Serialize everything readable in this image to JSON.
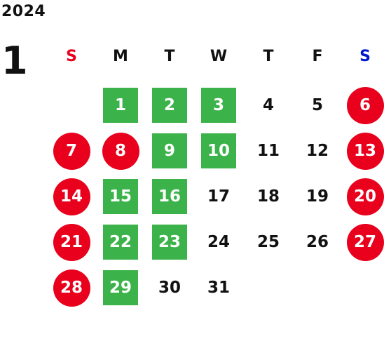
{
  "year": "2024",
  "month": "1",
  "weekday_headers": [
    "S",
    "M",
    "T",
    "W",
    "T",
    "F",
    "S"
  ],
  "colors": {
    "sunday_header": "#e8001c",
    "saturday_header": "#0019cc",
    "holiday_circle": "#e8001c",
    "highlight_square": "#3cb34a"
  },
  "weeks": [
    [
      null,
      {
        "d": "1",
        "s": "green"
      },
      {
        "d": "2",
        "s": "green"
      },
      {
        "d": "3",
        "s": "green"
      },
      {
        "d": "4",
        "s": ""
      },
      {
        "d": "5",
        "s": ""
      },
      {
        "d": "6",
        "s": "red"
      }
    ],
    [
      {
        "d": "7",
        "s": "red"
      },
      {
        "d": "8",
        "s": "red"
      },
      {
        "d": "9",
        "s": "green"
      },
      {
        "d": "10",
        "s": "green"
      },
      {
        "d": "11",
        "s": ""
      },
      {
        "d": "12",
        "s": ""
      },
      {
        "d": "13",
        "s": "red"
      }
    ],
    [
      {
        "d": "14",
        "s": "red"
      },
      {
        "d": "15",
        "s": "green"
      },
      {
        "d": "16",
        "s": "green"
      },
      {
        "d": "17",
        "s": ""
      },
      {
        "d": "18",
        "s": ""
      },
      {
        "d": "19",
        "s": ""
      },
      {
        "d": "20",
        "s": "red"
      }
    ],
    [
      {
        "d": "21",
        "s": "red"
      },
      {
        "d": "22",
        "s": "green"
      },
      {
        "d": "23",
        "s": "green"
      },
      {
        "d": "24",
        "s": ""
      },
      {
        "d": "25",
        "s": ""
      },
      {
        "d": "26",
        "s": ""
      },
      {
        "d": "27",
        "s": "red"
      }
    ],
    [
      {
        "d": "28",
        "s": "red"
      },
      {
        "d": "29",
        "s": "green"
      },
      {
        "d": "30",
        "s": ""
      },
      {
        "d": "31",
        "s": ""
      },
      null,
      null,
      null
    ]
  ]
}
